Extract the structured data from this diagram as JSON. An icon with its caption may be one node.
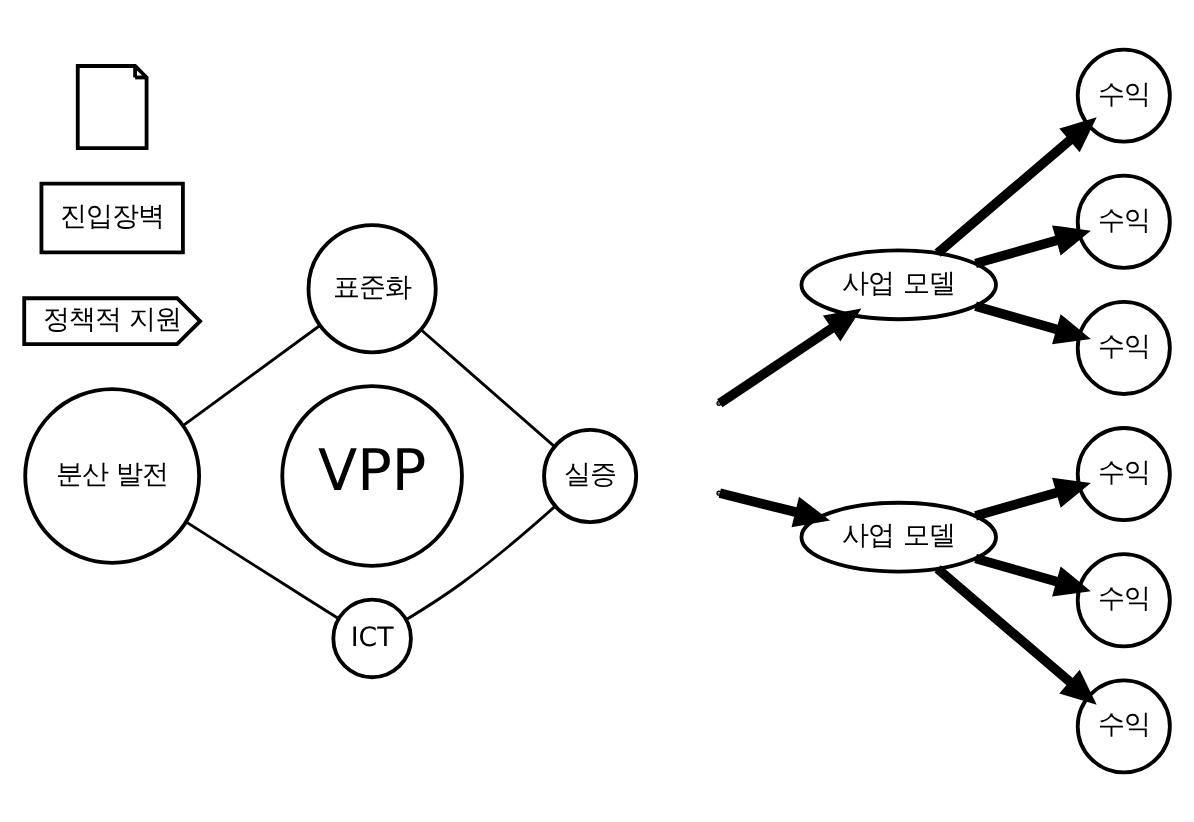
{
  "diagram": {
    "nodes": [
      {
        "text": [
          "표준화"
        ]
      },
      {
        "text": [
          "분산 발전"
        ]
      },
      {
        "text": [
          "VPP"
        ]
      },
      {
        "text": [
          "실증"
        ]
      },
      {
        "text": [
          "ICT"
        ]
      },
      {
        "text": [
          "정책적 지원"
        ]
      },
      {
        "text": [
          "진입장벽"
        ]
      },
      {
        "text": [
          "사업 모델"
        ]
      },
      {
        "text": [
          "수익"
        ]
      },
      {
        "text": [
          "수익"
        ]
      },
      {
        "text": [
          "수익"
        ]
      },
      {
        "text": [
          "사업 모델"
        ]
      },
      {
        "text": [
          "수익"
        ]
      },
      {
        "text": [
          "수익"
        ]
      },
      {
        "text": [
          "수익"
        ]
      },
      {
        "text": [],
        "shape": "box"
      }
    ],
    "edges": [
      {
        "from": 0,
        "to": 3,
        "arrow": "none"
      },
      {
        "from": 3,
        "to": 4,
        "arrow": "none"
      },
      {
        "from": 4,
        "to": 1,
        "arrow": "none"
      },
      {
        "from": 1,
        "to": 0,
        "arrow": "none"
      },
      {
        "from": null,
        "to": 7,
        "arrow": "to"
      },
      {
        "from": null,
        "to": 11,
        "arrow": "to"
      },
      {
        "from": 7,
        "to": 8,
        "arrow": "to"
      },
      {
        "from": 7,
        "to": 9,
        "arrow": "to"
      },
      {
        "from": 7,
        "to": 10,
        "arrow": "to"
      },
      {
        "from": 11,
        "to": 12,
        "arrow": "to"
      },
      {
        "from": 11,
        "to": 13,
        "arrow": "to"
      },
      {
        "from": 11,
        "to": 14,
        "arrow": "to"
      }
    ]
  }
}
